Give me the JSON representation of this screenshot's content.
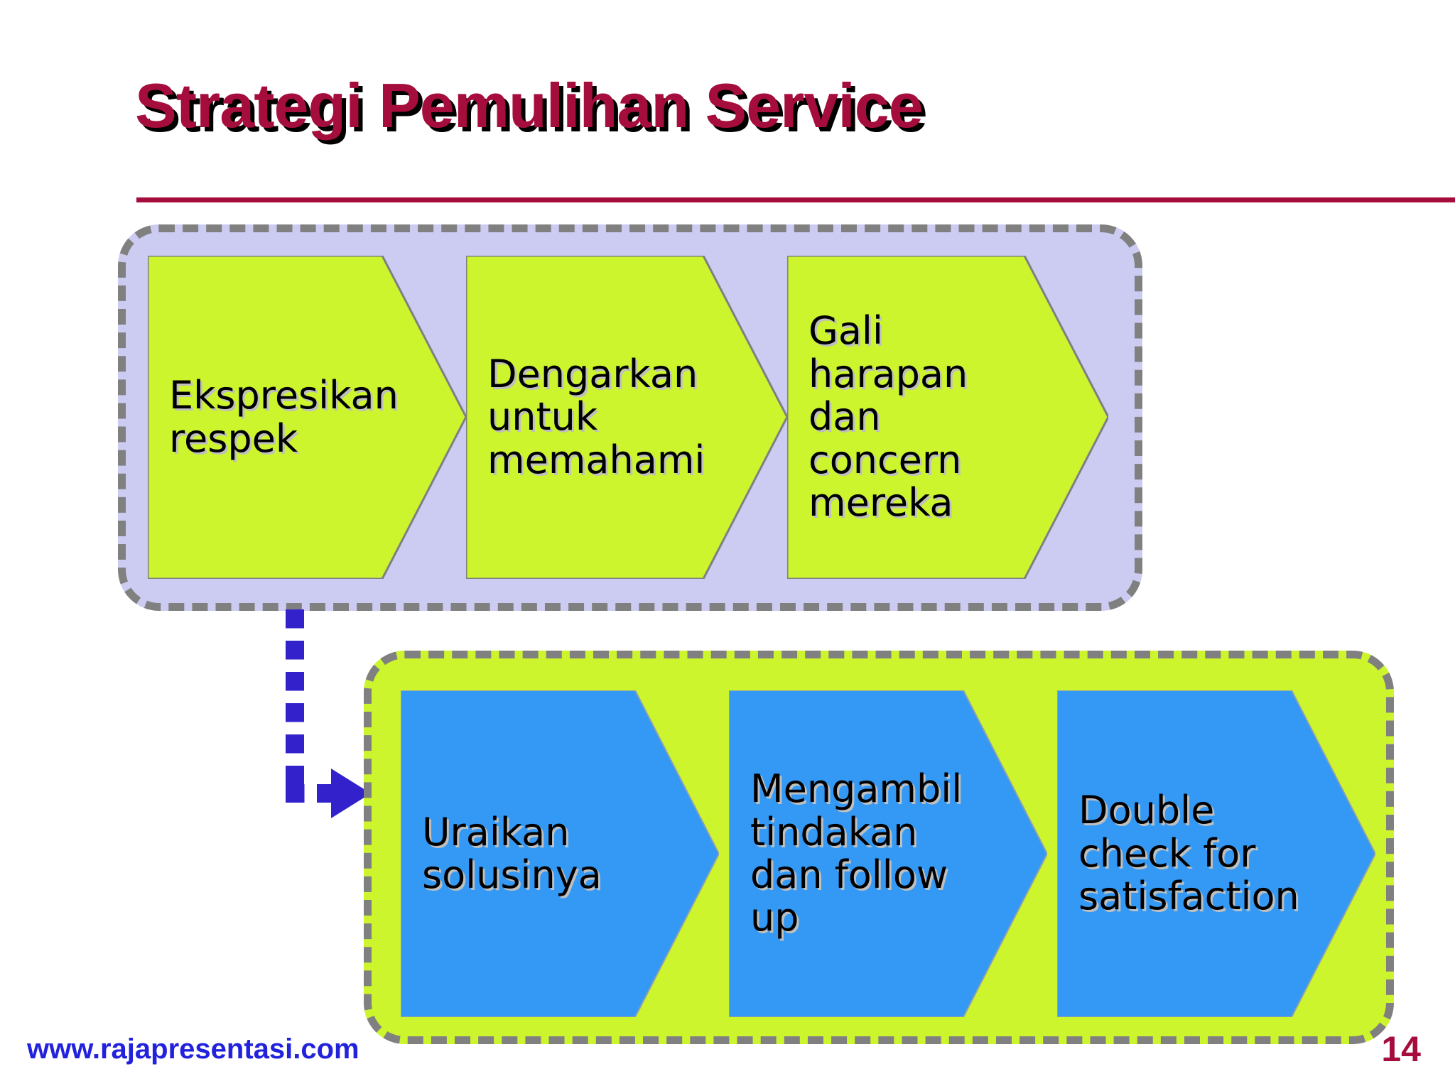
{
  "slide": {
    "title": "Strategi Pemulihan Service",
    "page_number": "14",
    "footer_url": "www.rajapresentasi.com"
  },
  "colors": {
    "title_text": "#A50D3D",
    "title_shadow": "#000000",
    "rule": "#A50D3D",
    "group_top_fill": "#CCCCF2",
    "group_bottom_fill": "#CCF52D",
    "group_border": "#808080",
    "chevron_green": "#CCF52D",
    "chevron_blue": "#3399F5",
    "chevron_outline": "#808080",
    "connector": "#3322CC",
    "footer_url_color": "#2222DD",
    "label_text": "#000000",
    "label_shadow": "#BFBFBF"
  },
  "diagram": {
    "type": "process-flow",
    "groups": [
      {
        "id": "group-top",
        "fill": "#CCCCF2",
        "steps": [
          {
            "order": 1,
            "label": "Ekspresikan\nrespek"
          },
          {
            "order": 2,
            "label": "Dengarkan\nuntuk\nmemahami"
          },
          {
            "order": 3,
            "label": "Gali\nharapan\ndan\nconcern\nmereka"
          }
        ]
      },
      {
        "id": "group-bottom",
        "fill": "#CCF52D",
        "steps": [
          {
            "order": 4,
            "label": "Uraikan\nsolusinya"
          },
          {
            "order": 5,
            "label": "Mengambil\ntindakan\ndan follow\nup"
          },
          {
            "order": 6,
            "label": "Double\ncheck for\nsatisfaction"
          }
        ]
      }
    ],
    "connector": {
      "from": "group-top",
      "to": "group-bottom",
      "style": "dashed",
      "color": "#3322CC",
      "arrowhead": "right"
    }
  }
}
